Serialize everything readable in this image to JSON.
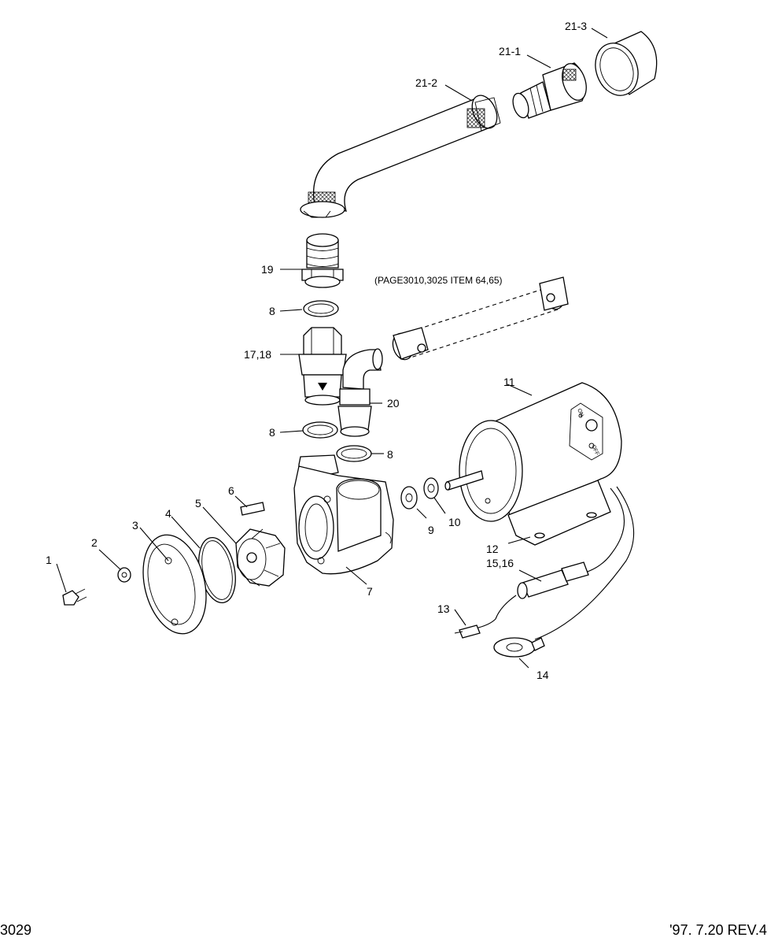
{
  "page_number": "3029",
  "revision": "'97. 7.20  REV.4",
  "reference_note": "(PAGE3010,3025 ITEM 64,65)",
  "callouts": {
    "c1": "1",
    "c2": "2",
    "c3": "3",
    "c4": "4",
    "c5": "5",
    "c6": "6",
    "c7": "7",
    "c8a": "8",
    "c8b": "8",
    "c8c": "8",
    "c9": "9",
    "c10": "10",
    "c11": "11",
    "c12": "12",
    "c13": "13",
    "c14": "14",
    "c15_16": "15,16",
    "c17_18": "17,18",
    "c19": "19",
    "c20": "20",
    "c21_1": "21-1",
    "c21_2": "21-2",
    "c21_3": "21-3"
  },
  "switch_labels": {
    "on": "ON",
    "off": "OFF"
  }
}
